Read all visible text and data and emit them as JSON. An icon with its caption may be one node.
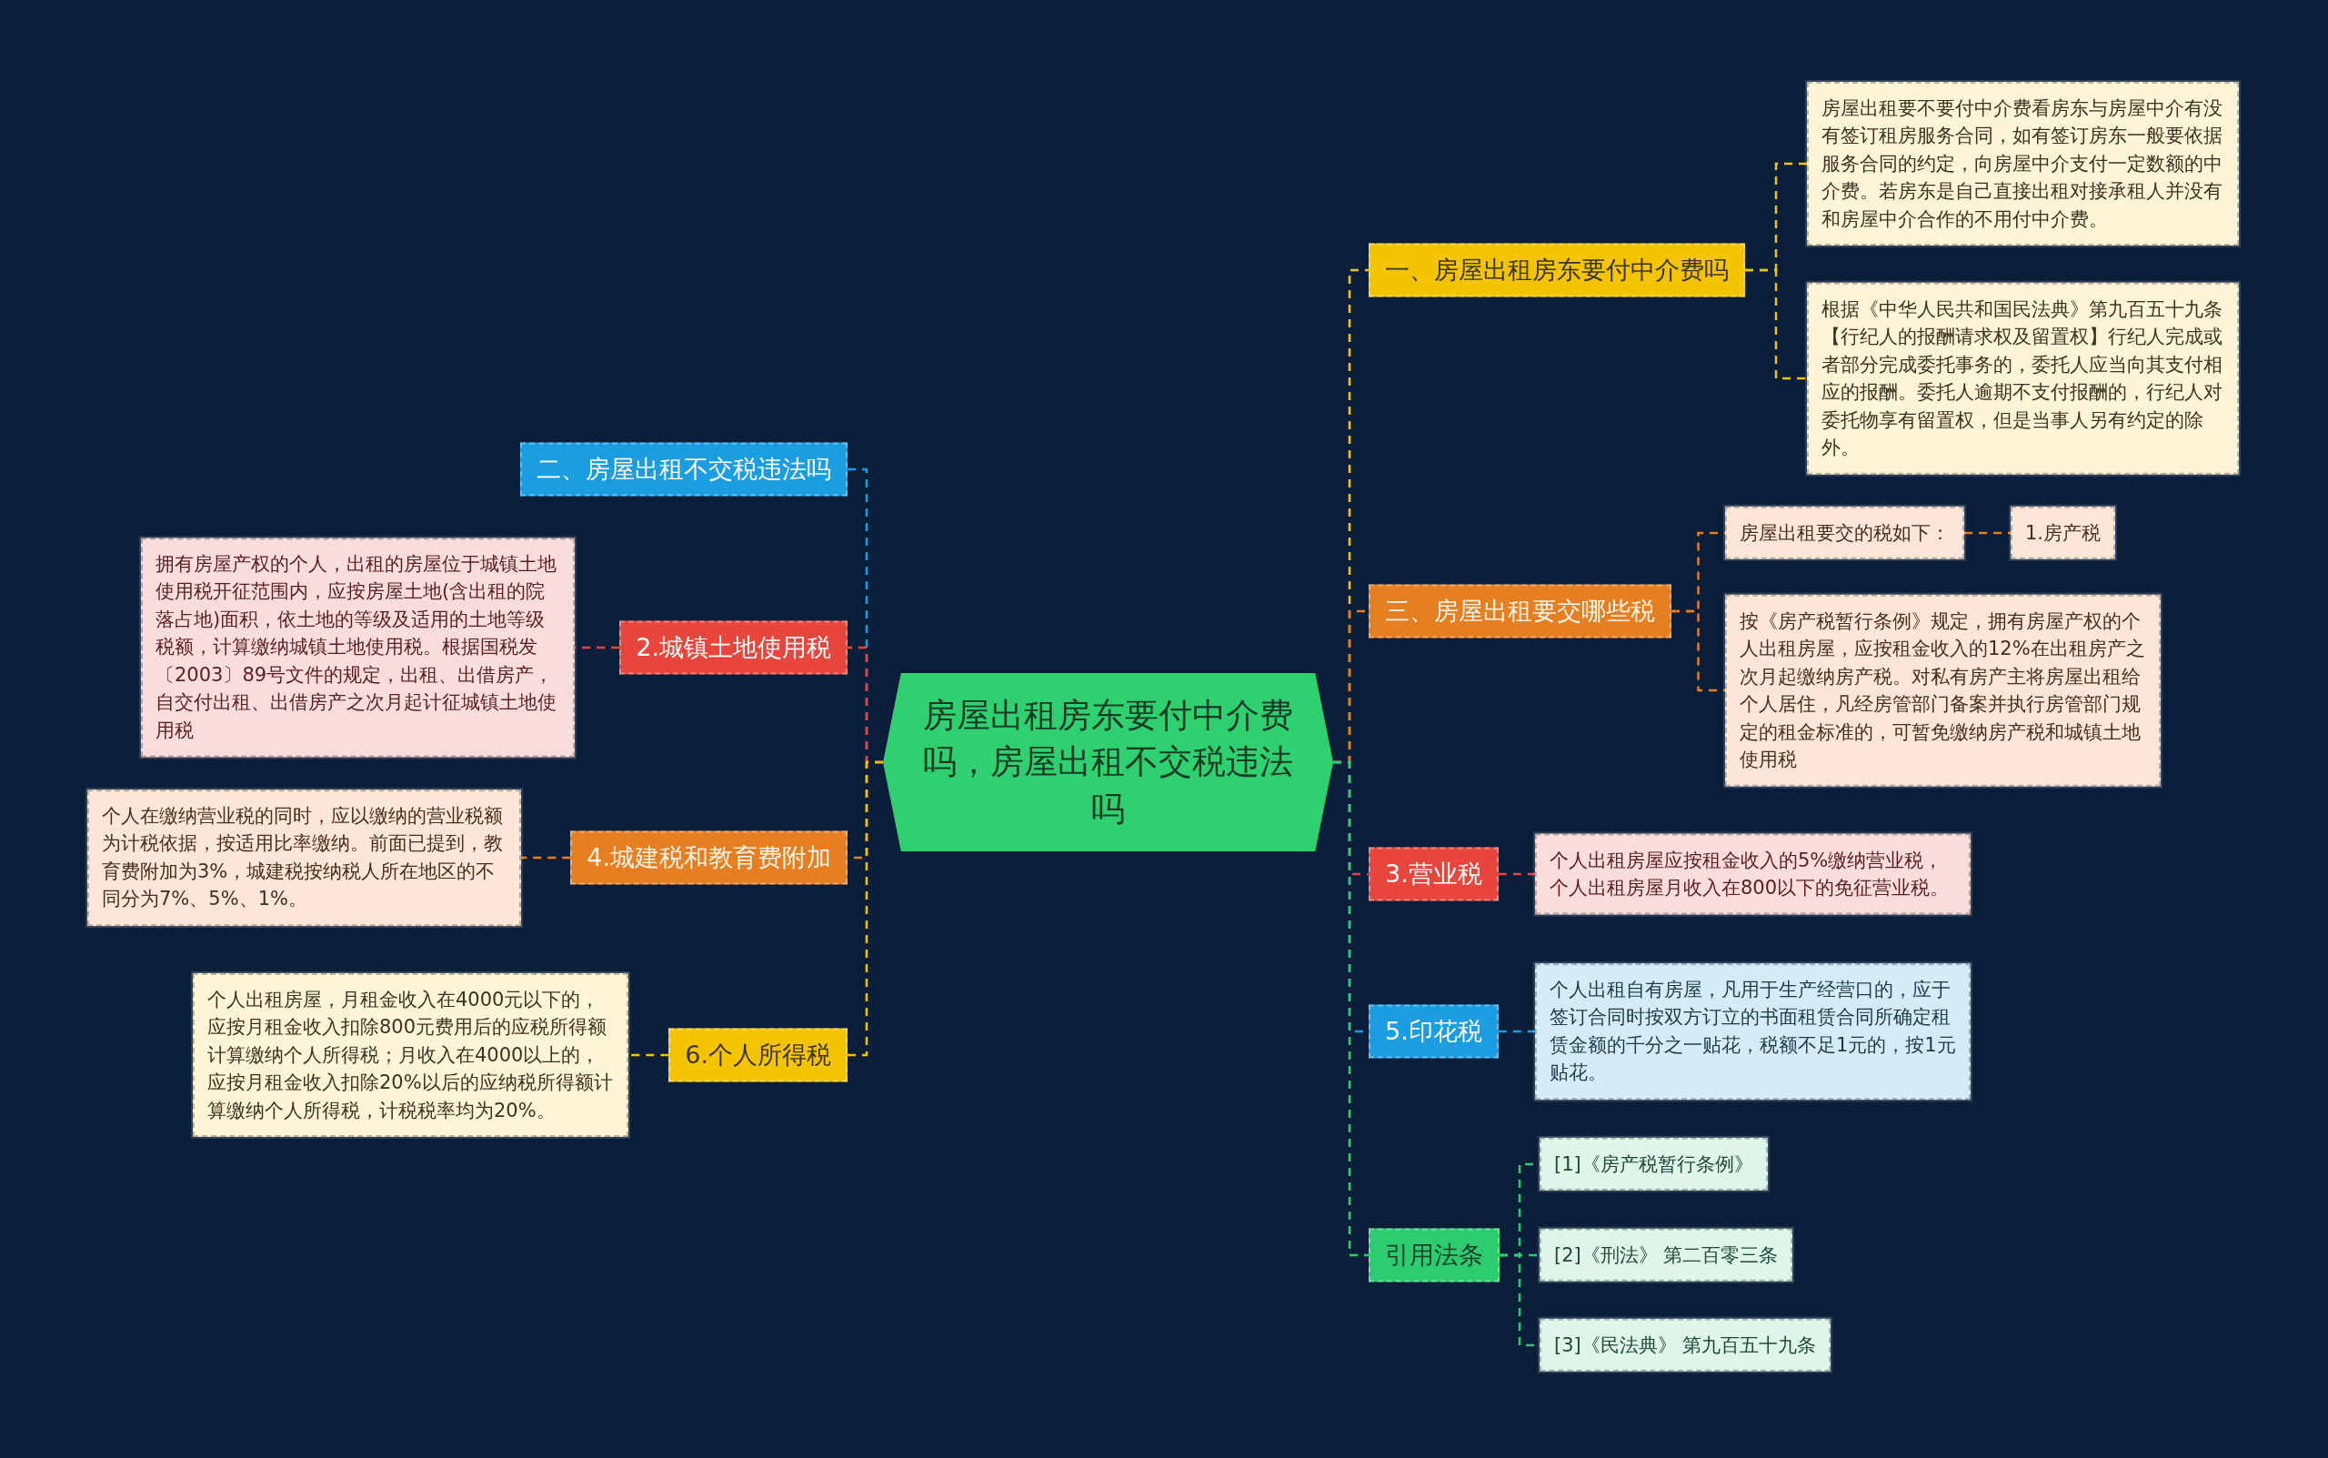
{
  "diagram": {
    "nodes": [
      {
        "text": [
          "房屋出租房东要付中介费吗，房屋出租不交税违法吗"
        ]
      },
      {
        "text": [
          "一、房屋出租房东要付中介费吗"
        ]
      },
      {
        "text": [
          "房屋出租要不要付中介费看房东与房屋中介有没有签订租房服务合同，如有签订房东一般要依据服务合同的约定，向房屋中介支付一定数额的中介费。若房东是自己直接出租对接承租人并没有和房屋中介合作的不用付中介费。"
        ]
      },
      {
        "text": [
          "根据《中华人民共和国民法典》第九百五十九条【行纪人的报酬请求权及留置权】行纪人完成或者部分完成委托事务的，委托人应当向其支付相应的报酬。委托人逾期不支付报酬的，行纪人对委托物享有留置权，但是当事人另有约定的除外。"
        ]
      },
      {
        "text": [
          "二、房屋出租不交税违法吗"
        ]
      },
      {
        "text": [
          "2.城镇土地使用税"
        ]
      },
      {
        "text": [
          "拥有房屋产权的个人，出租的房屋位于城镇土地使用税开征范围内，应按房屋土地(含出租的院落占地)面积，依土地的等级及适用的土地等级税额，计算缴纳城镇土地使用税。根据国税发〔2003〕89号文件的规定，出租、出借房产，自交付出租、出借房产之次月起计征城镇土地使用税"
        ]
      },
      {
        "text": [
          "三、房屋出租要交哪些税"
        ]
      },
      {
        "text": [
          "房屋出租要交的税如下："
        ]
      },
      {
        "text": [
          "1.房产税"
        ]
      },
      {
        "text": [
          "按《房产税暂行条例》规定，拥有房屋产权的个人出租房屋，应按租金收入的12%在出租房产之次月起缴纳房产税。对私有房产主将房屋出租给个人居住，凡经房管部门备案并执行房管部门规定的租金标准的，可暂免缴纳房产税和城镇土地使用税"
        ]
      },
      {
        "text": [
          "4.城建税和教育费附加"
        ]
      },
      {
        "text": [
          "个人在缴纳营业税的同时，应以缴纳的营业税额为计税依据，按适用比率缴纳。前面已提到，教育费附加为3%，城建税按纳税人所在地区的不同分为7%、5%、1%。"
        ]
      },
      {
        "text": [
          "3.营业税"
        ]
      },
      {
        "text": [
          "个人出租房屋应按租金收入的5%缴纳营业税，个人出租房屋月收入在800以下的免征营业税。"
        ]
      },
      {
        "text": [
          "5.印花税"
        ]
      },
      {
        "text": [
          "个人出租自有房屋，凡用于生产经营口的，应于签订合同时按双方订立的书面租赁合同所确定租赁金额的千分之一贴花，税额不足1元的，按1元贴花。"
        ]
      },
      {
        "text": [
          "6.个人所得税"
        ]
      },
      {
        "text": [
          "个人出租房屋，月租金收入在4000元以下的，应按月租金收入扣除800元费用后的应税所得额计算缴纳个人所得税；月收入在4000以上的，应按月租金收入扣除20%以后的应纳税所得额计算缴纳个人所得税，计税税率均为20%。"
        ]
      },
      {
        "text": [
          "引用法条"
        ]
      },
      {
        "text": [
          "[1]《房产税暂行条例》"
        ]
      },
      {
        "text": [
          "[2]《刑法》 第二百零三条"
        ]
      },
      {
        "text": [
          "[3]《民法典》 第九百五十九条"
        ]
      }
    ],
    "edges": [
      {
        "from": 0,
        "to": 1,
        "arrow": "none",
        "style": "dashed",
        "color": "#f5c400"
      },
      {
        "from": 1,
        "to": 2,
        "arrow": "none",
        "style": "dashed",
        "color": "#f5c400"
      },
      {
        "from": 1,
        "to": 3,
        "arrow": "none",
        "style": "dashed",
        "color": "#f5c400"
      },
      {
        "from": 0,
        "to": 4,
        "arrow": "none",
        "style": "dashed",
        "color": "#1b9de2"
      },
      {
        "from": 0,
        "to": 5,
        "arrow": "none",
        "style": "dashed",
        "color": "#e8453c"
      },
      {
        "from": 5,
        "to": 6,
        "arrow": "none",
        "style": "dashed",
        "color": "#e8453c"
      },
      {
        "from": 0,
        "to": 7,
        "arrow": "none",
        "style": "dashed",
        "color": "#e67e22"
      },
      {
        "from": 7,
        "to": 8,
        "arrow": "none",
        "style": "dashed",
        "color": "#e67e22"
      },
      {
        "from": 8,
        "to": 9,
        "arrow": "none",
        "style": "dashed",
        "color": "#e67e22"
      },
      {
        "from": 7,
        "to": 10,
        "arrow": "none",
        "style": "dashed",
        "color": "#e67e22"
      },
      {
        "from": 0,
        "to": 11,
        "arrow": "none",
        "style": "dashed",
        "color": "#e67e22"
      },
      {
        "from": 11,
        "to": 12,
        "arrow": "none",
        "style": "dashed",
        "color": "#e67e22"
      },
      {
        "from": 0,
        "to": 13,
        "arrow": "none",
        "style": "dashed",
        "color": "#e8453c"
      },
      {
        "from": 13,
        "to": 14,
        "arrow": "none",
        "style": "dashed",
        "color": "#e8453c"
      },
      {
        "from": 0,
        "to": 15,
        "arrow": "none",
        "style": "dashed",
        "color": "#1b9de2"
      },
      {
        "from": 15,
        "to": 16,
        "arrow": "none",
        "style": "dashed",
        "color": "#1b9de2"
      },
      {
        "from": 0,
        "to": 17,
        "arrow": "none",
        "style": "dashed",
        "color": "#f5c400"
      },
      {
        "from": 17,
        "to": 18,
        "arrow": "none",
        "style": "dashed",
        "color": "#f5c400"
      },
      {
        "from": 0,
        "to": 19,
        "arrow": "none",
        "style": "dashed",
        "color": "#2ecc71"
      },
      {
        "from": 19,
        "to": 20,
        "arrow": "none",
        "style": "dashed",
        "color": "#2ecc71"
      },
      {
        "from": 19,
        "to": 21,
        "arrow": "none",
        "style": "dashed",
        "color": "#2ecc71"
      },
      {
        "from": 19,
        "to": 22,
        "arrow": "none",
        "style": "dashed",
        "color": "#2ecc71"
      }
    ]
  }
}
